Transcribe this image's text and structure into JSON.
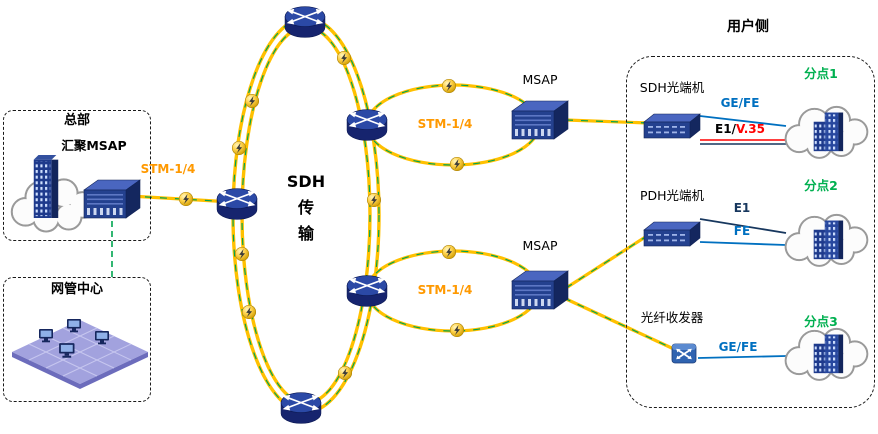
{
  "diagram": {
    "user_side": "用户侧",
    "hq": "总部",
    "hq_device": "汇聚MSAP",
    "nms": "网管中心",
    "core": "SDH\n传\n输",
    "stm_left": "STM-1/4",
    "stm_top_ring": "STM-1/4",
    "stm_bottom_ring": "STM-1/4",
    "msap_top": "MSAP",
    "msap_bottom": "MSAP",
    "sdh_terminal": "SDH光端机",
    "pdh_terminal": "PDH光端机",
    "fiber_transceiver": "光纤收发器",
    "branch1": "分点1",
    "branch2": "分点2",
    "branch3": "分点3",
    "link1_top": "GE/FE",
    "link1_e1": "E1/",
    "link1_v35": "V.35",
    "link2_top": "E1",
    "link2_bottom": "FE",
    "link3": "GE/FE"
  },
  "colors": {
    "fiber": "#FFC000",
    "fiber_dash": "#00A550",
    "stm": "#FF9900",
    "blue_link": "#0070C0",
    "red_link": "#FF0000",
    "navy_link": "#17375E",
    "branch_green": "#00B050",
    "device_navy": "#24418F"
  },
  "icons": {
    "router": "crossconnect-cylinder",
    "fiber_sphere": "lightning-sphere",
    "msap": "chassis-3d-box",
    "optical_terminal": "flat-3d-box",
    "transceiver": "x-arrows-box",
    "cloud": "network-cloud",
    "building": "office-building",
    "monitor": "computer-monitor"
  }
}
